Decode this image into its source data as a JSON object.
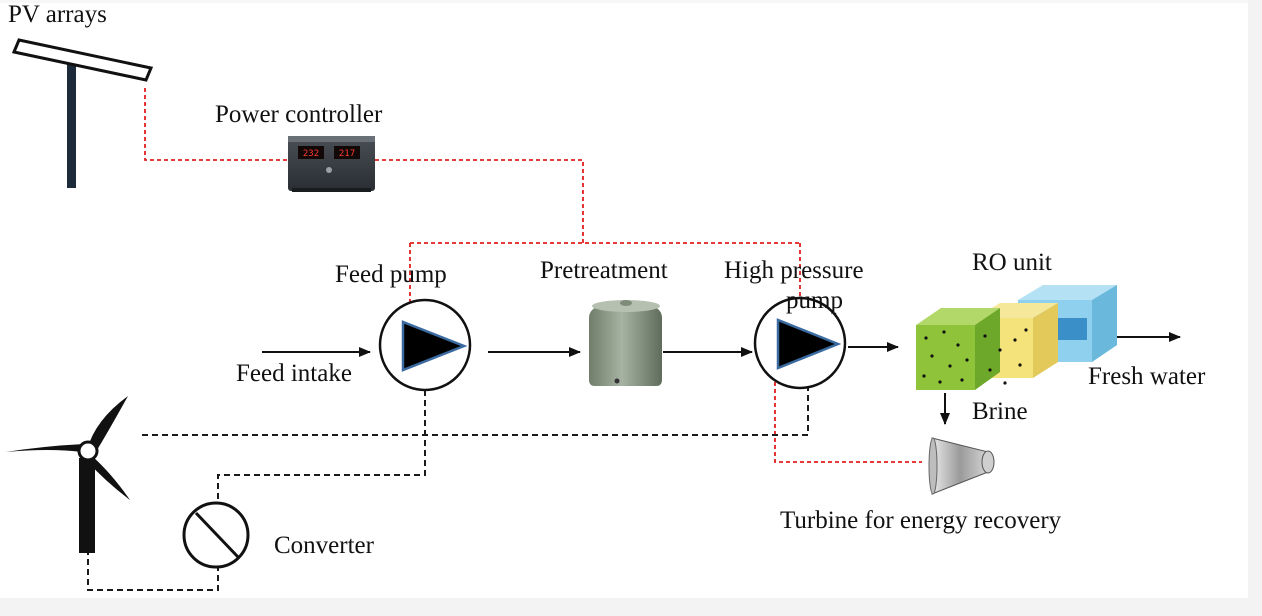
{
  "labels": {
    "pv_arrays": "PV arrays",
    "power_controller": "Power controller",
    "feed_pump": "Feed pump",
    "pretreatment": "Pretreatment",
    "high_pressure_line1": "High pressure",
    "high_pressure_line2": "pump",
    "ro_unit": "RO unit",
    "feed_intake": "Feed intake",
    "fresh_water": "Fresh water",
    "brine": "Brine",
    "converter": "Converter",
    "turbine": "Turbine for energy recovery"
  },
  "controller_display": {
    "left": "232",
    "right": "217"
  },
  "colors": {
    "power_line": "#e0211f",
    "signal_line": "#1a1a1a",
    "pump_fill": "#000000",
    "pump_edge": "#3a6aa0",
    "tank": "#8a9a84",
    "ro_green": "#8fc43a",
    "ro_yellow": "#f4e27a",
    "ro_blue": "#8fd0ee"
  }
}
